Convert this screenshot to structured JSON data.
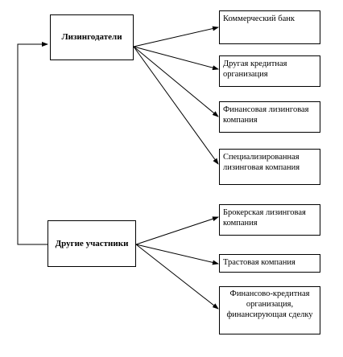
{
  "diagram": {
    "lessors_label": "Лизингодатели",
    "other_participants_label": "Другие участники",
    "lessor_types": [
      "Коммерческий банк",
      "Другая кредитная организация",
      "Финансовая лизинговая компания",
      "Специализированная лизинговая компания"
    ],
    "other_types": [
      "Брокерская лизинговая компания",
      "Трастовая компания",
      "Финансово-кредитная организация, финансирующая сделку"
    ],
    "line_color": "#000000",
    "box_border_color": "#000000",
    "background_color": "#ffffff"
  }
}
